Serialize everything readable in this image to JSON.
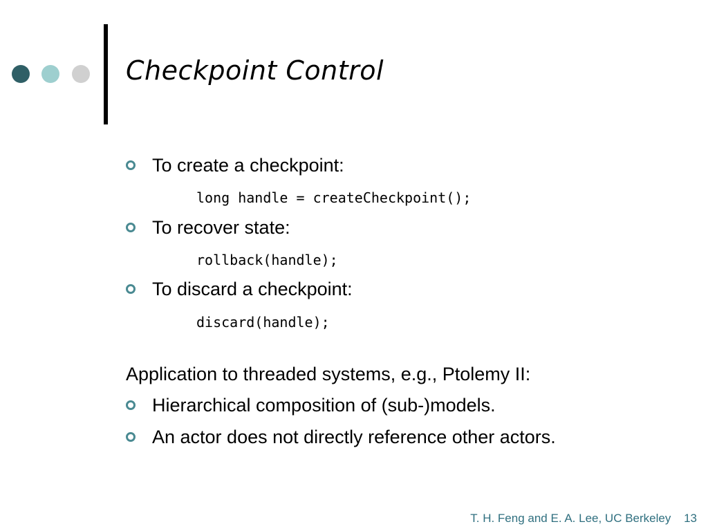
{
  "slide": {
    "title": "Checkpoint Control",
    "bullets": [
      {
        "text": "To create a checkpoint:",
        "code": "long handle = createCheckpoint();"
      },
      {
        "text": "To recover state:",
        "code": "rollback(handle);"
      },
      {
        "text": "To discard a checkpoint:",
        "code": "discard(handle);"
      }
    ],
    "application_heading": "Application to threaded systems, e.g., Ptolemy II:",
    "application_bullets": [
      "Hierarchical composition of (sub-)models.",
      "An actor does not directly reference other actors."
    ],
    "footer": {
      "authors": "T. H. Feng and E. A. Lee, UC Berkeley",
      "page_number": "13"
    }
  },
  "colors": {
    "dot_dark": "#2f5f66",
    "dot_light": "#9ecfcf",
    "dot_grey": "#d0d0d0",
    "bullet": "#4a8a92",
    "footer_text": "#2f6f7f"
  },
  "icons": {
    "decor": [
      "dark-teal-dot-icon",
      "light-teal-dot-icon",
      "grey-dot-icon"
    ],
    "bullet": "ring-bullet-icon"
  }
}
